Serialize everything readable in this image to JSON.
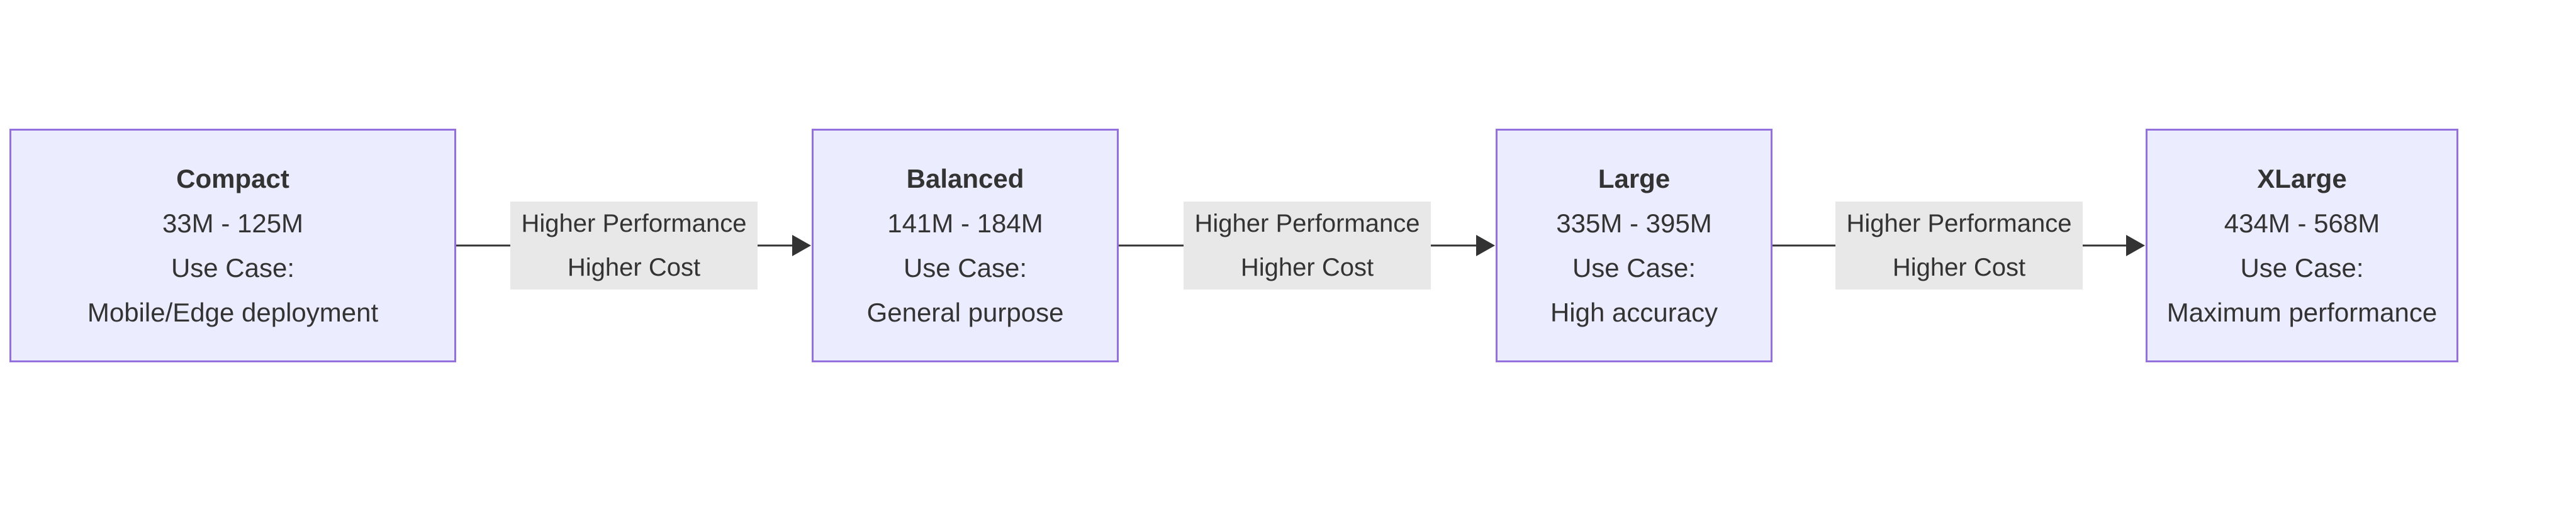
{
  "colors": {
    "bg": "#ffffff",
    "node-fill": "#ECECFF",
    "node-border": "#9370DB",
    "text": "#333333",
    "edge": "#333333",
    "label-bg": "#e8e8e8"
  },
  "diagram": {
    "type": "flowchart-left-to-right",
    "nodes": [
      {
        "title": "Compact",
        "params": "33M - 125M",
        "use_case_label": "Use Case:",
        "use_case": "Mobile/Edge deployment"
      },
      {
        "title": "Balanced",
        "params": "141M - 184M",
        "use_case_label": "Use Case:",
        "use_case": "General purpose"
      },
      {
        "title": "Large",
        "params": "335M - 395M",
        "use_case_label": "Use Case:",
        "use_case": "High accuracy"
      },
      {
        "title": "XLarge",
        "params": "434M - 568M",
        "use_case_label": "Use Case:",
        "use_case": "Maximum performance"
      }
    ],
    "edges": [
      {
        "from": "Compact",
        "to": "Balanced",
        "label_line1": "Higher Performance",
        "label_line2": "Higher Cost"
      },
      {
        "from": "Balanced",
        "to": "Large",
        "label_line1": "Higher Performance",
        "label_line2": "Higher Cost"
      },
      {
        "from": "Large",
        "to": "XLarge",
        "label_line1": "Higher Performance",
        "label_line2": "Higher Cost"
      }
    ]
  }
}
